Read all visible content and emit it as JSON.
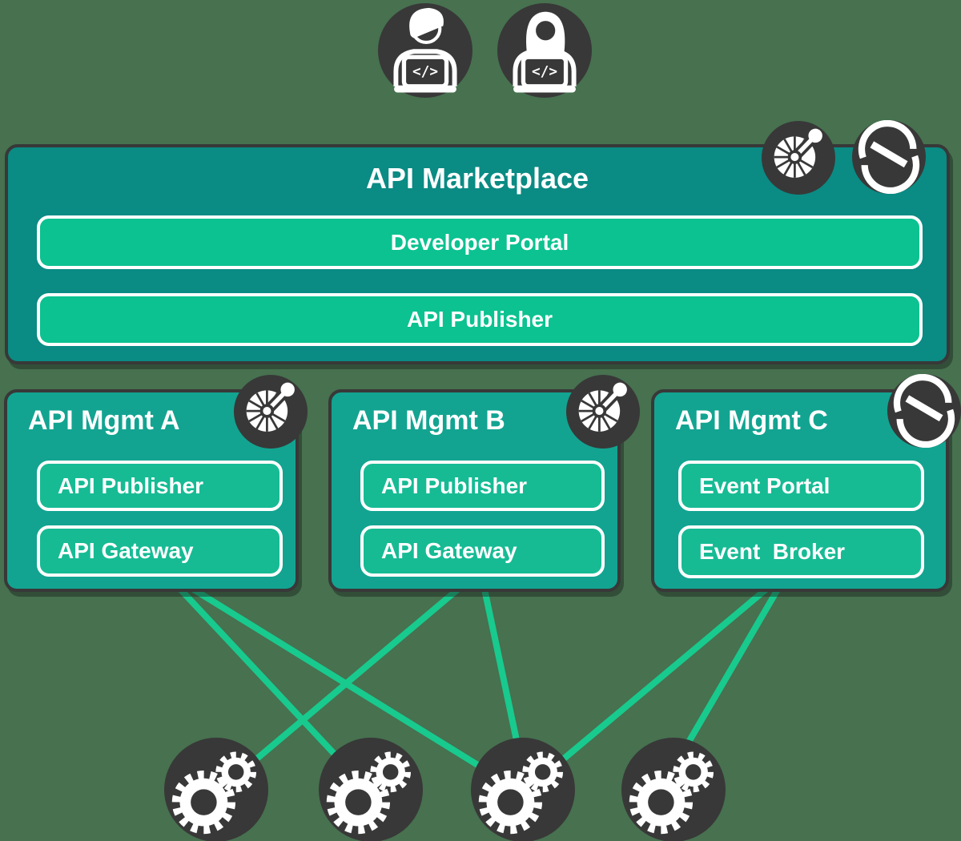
{
  "page": {
    "background_color": "#47714F",
    "description": "API Marketplace federation architecture diagram"
  },
  "colors": {
    "dark": "#383838",
    "marketplace_bg": "#0A8B84",
    "management_bg": "#12A491",
    "marketplace_chip_bg": "#0BC290",
    "management_chip_bg": "#16BB94",
    "chip_border": "#FFFFFF",
    "connector": "#18CA8E",
    "text": "#FFFFFF"
  },
  "developers": {
    "icons": [
      "male-developer-icon",
      "female-developer-icon"
    ],
    "code_glyph": "</>"
  },
  "marketplace": {
    "title": "API Marketplace",
    "corner_icons": [
      "api-pinwheel-icon",
      "solace-s-icon"
    ],
    "items": [
      {
        "label": "Developer Portal"
      },
      {
        "label": "API Publisher"
      }
    ]
  },
  "managements": [
    {
      "title": "API Mgmt A",
      "corner_icon": "api-pinwheel-icon",
      "items": [
        {
          "label": "API Publisher"
        },
        {
          "label": "API Gateway"
        }
      ]
    },
    {
      "title": "API Mgmt B",
      "corner_icon": "api-pinwheel-icon",
      "items": [
        {
          "label": "API Publisher"
        },
        {
          "label": "API Gateway"
        }
      ]
    },
    {
      "title": "API Mgmt C",
      "corner_icon": "solace-s-icon",
      "items": [
        {
          "label": "Event Portal"
        },
        {
          "label": "Event  Broker"
        }
      ]
    }
  ],
  "gateways": {
    "icon": "gears-icon",
    "count": 4
  },
  "connections": [
    {
      "from": "API Mgmt A",
      "to": "gateway-2"
    },
    {
      "from": "API Mgmt A",
      "to": "gateway-3"
    },
    {
      "from": "API Mgmt B",
      "to": "gateway-1"
    },
    {
      "from": "API Mgmt B",
      "to": "gateway-3"
    },
    {
      "from": "API Mgmt C",
      "to": "gateway-3"
    },
    {
      "from": "API Mgmt C",
      "to": "gateway-4"
    }
  ]
}
